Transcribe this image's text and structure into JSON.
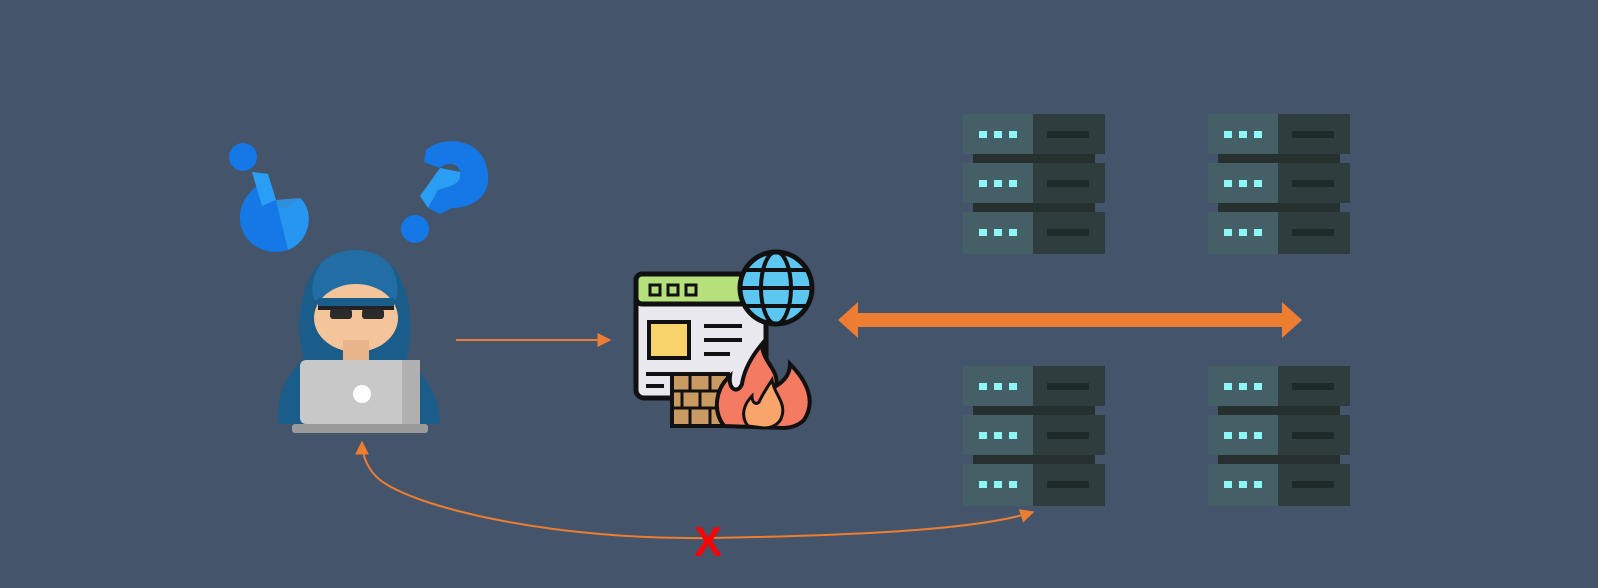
{
  "diagram": {
    "blocked_marker": "X",
    "colors": {
      "background": "#44546a",
      "arrow": "#ed7d31",
      "blocked_marker": "#ff0000",
      "server_light": "#455f67",
      "server_dark": "#2f3d3f",
      "server_led": "#8ef6f6",
      "hood": "#1a5c8a",
      "question_mark": "#1478e6"
    },
    "nodes": [
      {
        "id": "attacker",
        "icon": "hacker-icon"
      },
      {
        "id": "firewall",
        "icon": "web-firewall-icon"
      },
      {
        "id": "server-top-left",
        "icon": "server-rack-icon"
      },
      {
        "id": "server-top-right",
        "icon": "server-rack-icon"
      },
      {
        "id": "server-bottom-left",
        "icon": "server-rack-icon"
      },
      {
        "id": "server-bottom-right",
        "icon": "server-rack-icon"
      }
    ],
    "edges": [
      {
        "from": "attacker",
        "to": "firewall",
        "style": "thin"
      },
      {
        "from": "firewall",
        "to": "servers",
        "style": "thick-bidirectional"
      },
      {
        "from": "server-bottom-left",
        "to": "attacker",
        "style": "curved-blocked"
      }
    ]
  }
}
